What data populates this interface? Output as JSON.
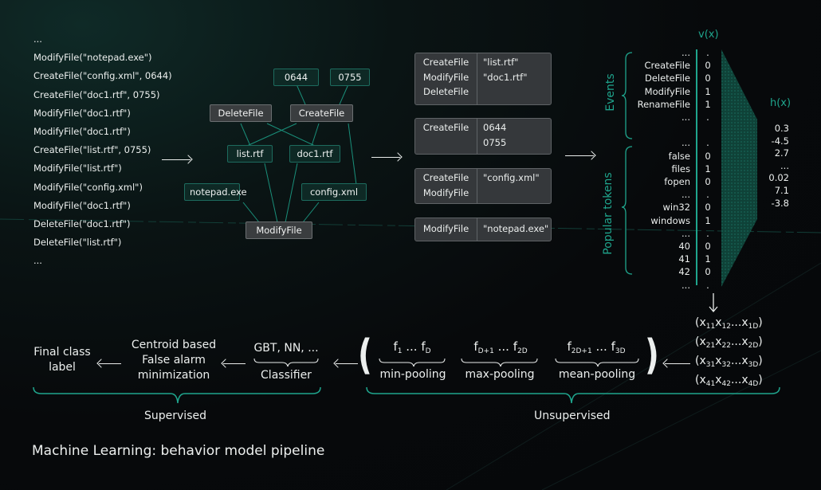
{
  "log": {
    "lines": [
      "...",
      "ModifyFile(\"notepad.exe\")",
      "CreateFile(\"config.xml\", 0644)",
      "CreateFile(\"doc1.rtf\", 0755)",
      "ModifyFile(\"doc1.rtf\")",
      "ModifyFile(\"doc1.rtf\")",
      "CreateFile(\"list.rtf\", 0755)",
      "ModifyFile(\"list.rtf\")",
      "ModifyFile(\"config.xml\")",
      "ModifyFile(\"doc1.rtf\")",
      "DeleteFile(\"doc1.rtf\")",
      "DeleteFile(\"list.rtf\")",
      "..."
    ]
  },
  "graph": {
    "events": {
      "delete": "DeleteFile",
      "create": "CreateFile",
      "modify": "ModifyFile"
    },
    "args": {
      "perm0644": "0644",
      "perm0755": "0755",
      "list": "list.rtf",
      "doc1": "doc1.rtf",
      "notepad": "notepad.exe",
      "config": "config.xml"
    }
  },
  "groups": [
    {
      "events": [
        "CreateFile",
        "ModifyFile",
        "DeleteFile"
      ],
      "args": [
        "\"list.rtf\"",
        "\"doc1.rtf\""
      ]
    },
    {
      "events": [
        "CreateFile"
      ],
      "args": [
        "0644",
        "0755"
      ]
    },
    {
      "events": [
        "CreateFile",
        "ModifyFile"
      ],
      "args": [
        "\"config.xml\""
      ]
    },
    {
      "events": [
        "ModifyFile"
      ],
      "args": [
        "\"notepad.exe\""
      ]
    }
  ],
  "vector": {
    "title": "v(x)",
    "events_label": "Events",
    "tokens_label": "Popular tokens",
    "rows": [
      {
        "name": "...",
        "value": "."
      },
      {
        "name": "CreateFile",
        "value": "0"
      },
      {
        "name": "DeleteFile",
        "value": "0"
      },
      {
        "name": "ModifyFile",
        "value": "1"
      },
      {
        "name": "RenameFile",
        "value": "1"
      },
      {
        "name": "...",
        "value": "."
      },
      {
        "name": "",
        "value": ""
      },
      {
        "name": "...",
        "value": "."
      },
      {
        "name": "false",
        "value": "0"
      },
      {
        "name": "files",
        "value": "1"
      },
      {
        "name": "fopen",
        "value": "0"
      },
      {
        "name": "...",
        "value": "."
      },
      {
        "name": "win32",
        "value": "0"
      },
      {
        "name": "windows",
        "value": "1"
      },
      {
        "name": "...",
        "value": "."
      },
      {
        "name": "40",
        "value": "0"
      },
      {
        "name": "41",
        "value": "1"
      },
      {
        "name": "42",
        "value": "0"
      },
      {
        "name": "...",
        "value": "."
      }
    ]
  },
  "embedding": {
    "title": "h(x)",
    "values": [
      "0.3",
      "-4.5",
      "2.7",
      "...",
      "0.02",
      "7.1",
      "-3.8"
    ]
  },
  "matrix": {
    "rows": [
      {
        "a": "x",
        "a_sub": "11",
        "b": "x",
        "b_sub": "12",
        "c": "x",
        "c_sub": "1D"
      },
      {
        "a": "x",
        "a_sub": "21",
        "b": "x",
        "b_sub": "22",
        "c": "x",
        "c_sub": "2D"
      },
      {
        "a": "x",
        "a_sub": "31",
        "b": "x",
        "b_sub": "32",
        "c": "x",
        "c_sub": "3D"
      },
      {
        "a": "x",
        "a_sub": "41",
        "b": "x",
        "b_sub": "42",
        "c": "x",
        "c_sub": "4D"
      }
    ]
  },
  "pooling": {
    "min": {
      "from": "f",
      "from_sub": "1",
      "to": "f",
      "to_sub": "D",
      "label": "min-pooling"
    },
    "max": {
      "from": "f",
      "from_sub": "D+1",
      "to": "f",
      "to_sub": "2D",
      "label": "max-pooling"
    },
    "mean": {
      "from": "f",
      "from_sub": "2D+1",
      "to": "f",
      "to_sub": "3D",
      "label": "mean-pooling"
    },
    "ellipsis": "..."
  },
  "classifier": {
    "top": "GBT, NN, ...",
    "label": "Classifier"
  },
  "centroid": {
    "lines": [
      "Centroid based",
      "False alarm",
      "minimization"
    ]
  },
  "final": {
    "lines": [
      "Final class",
      "label"
    ]
  },
  "braces": {
    "supervised": "Supervised",
    "unsupervised": "Unsupervised"
  },
  "caption": "Machine Learning: behavior model pipeline",
  "colors": {
    "accent": "#1fa58d",
    "event_box": "#3a3d3f",
    "arg_box": "#0e2925",
    "background": "#07090b"
  }
}
